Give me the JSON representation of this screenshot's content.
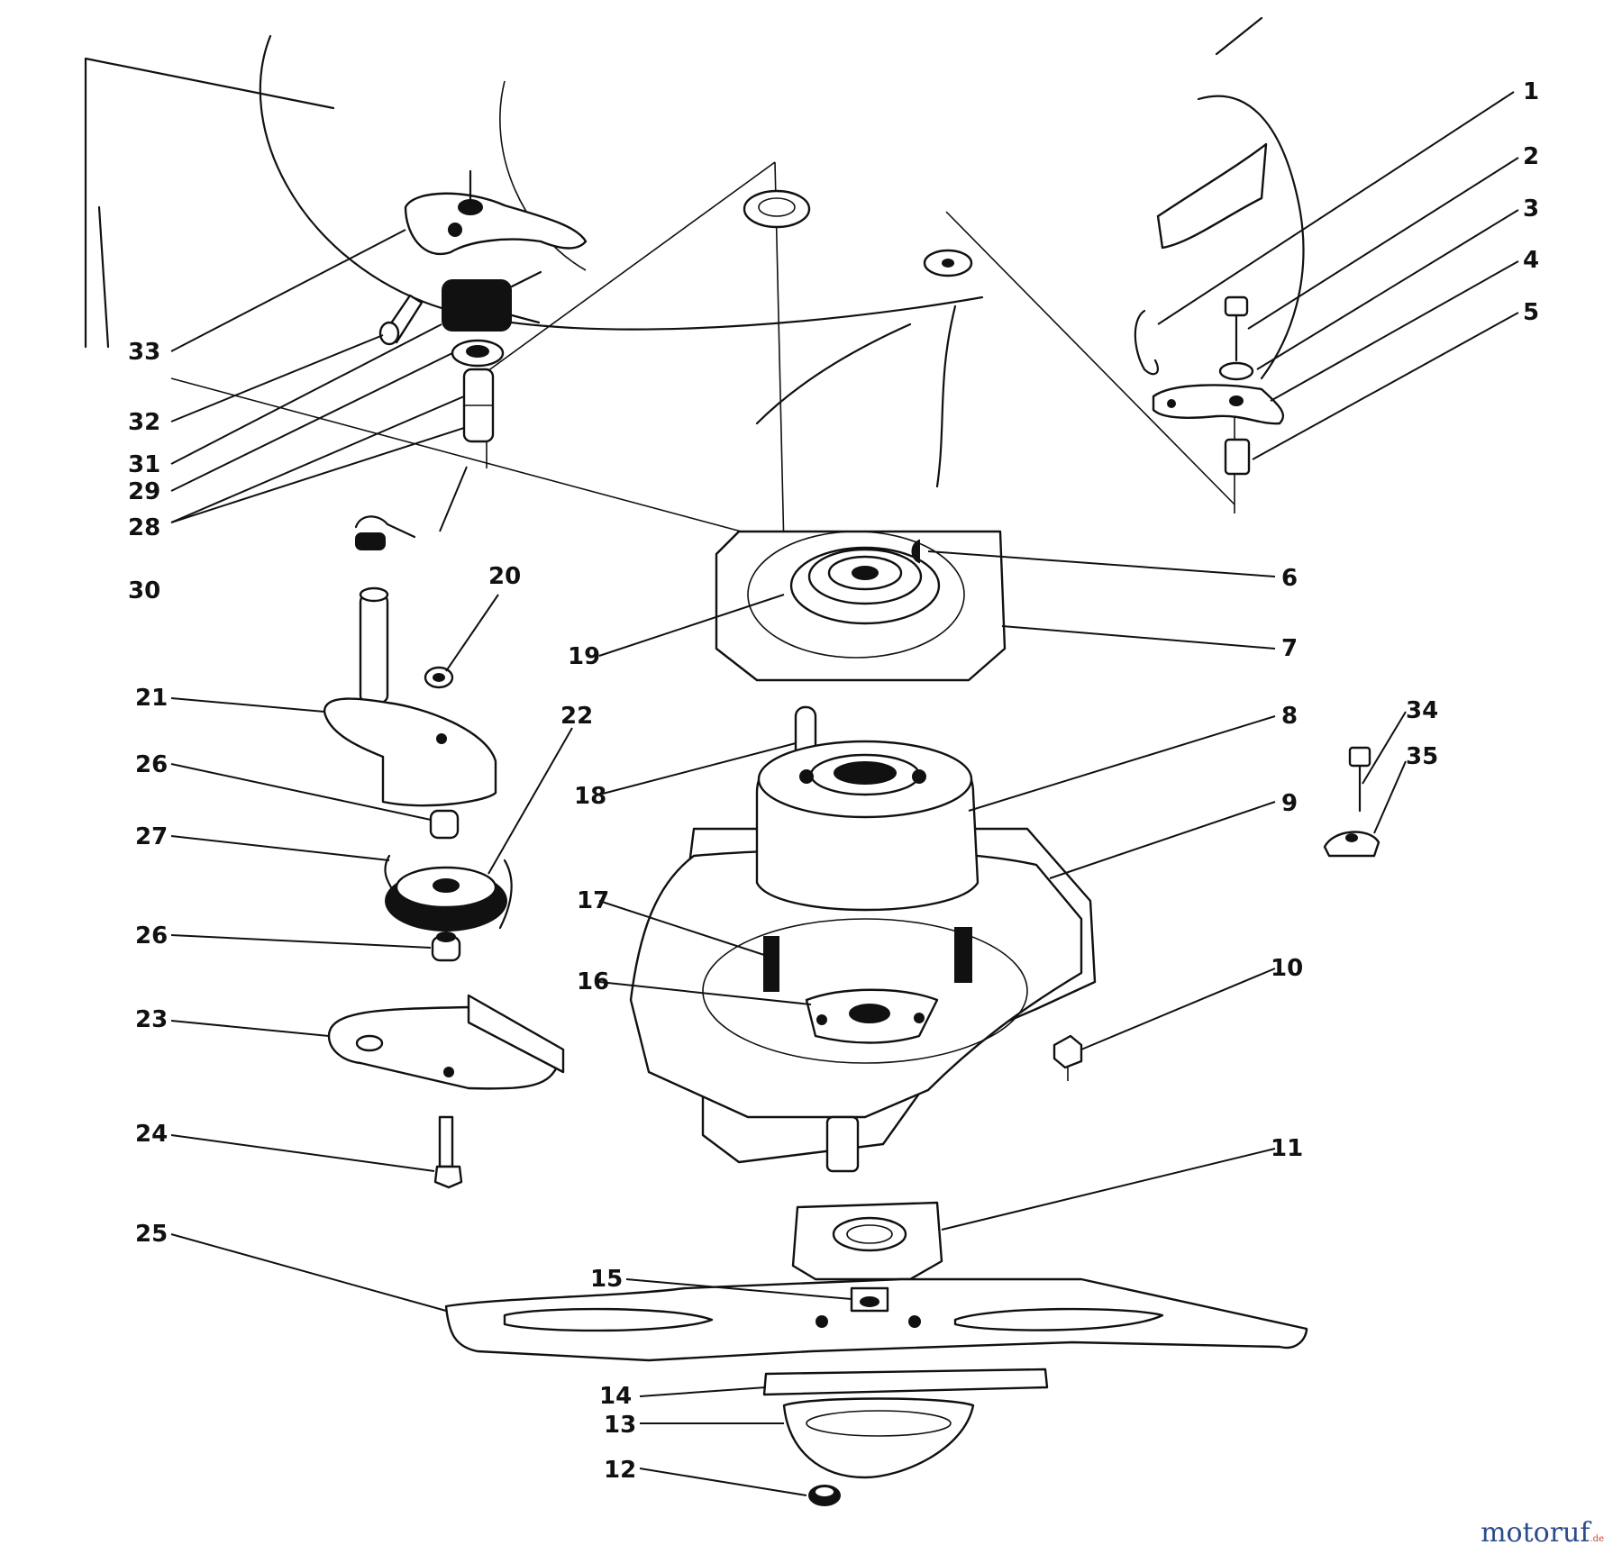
{
  "diagram": {
    "callouts": [
      "1",
      "2",
      "3",
      "4",
      "5",
      "6",
      "7",
      "8",
      "9",
      "10",
      "11",
      "12",
      "13",
      "14",
      "15",
      "16",
      "17",
      "18",
      "19",
      "20",
      "21",
      "22",
      "23",
      "24",
      "25",
      "26",
      "26",
      "27",
      "28",
      "29",
      "30",
      "31",
      "32",
      "33",
      "34",
      "35"
    ]
  },
  "watermark": {
    "text": "motoruf",
    "suffix": ".de"
  }
}
